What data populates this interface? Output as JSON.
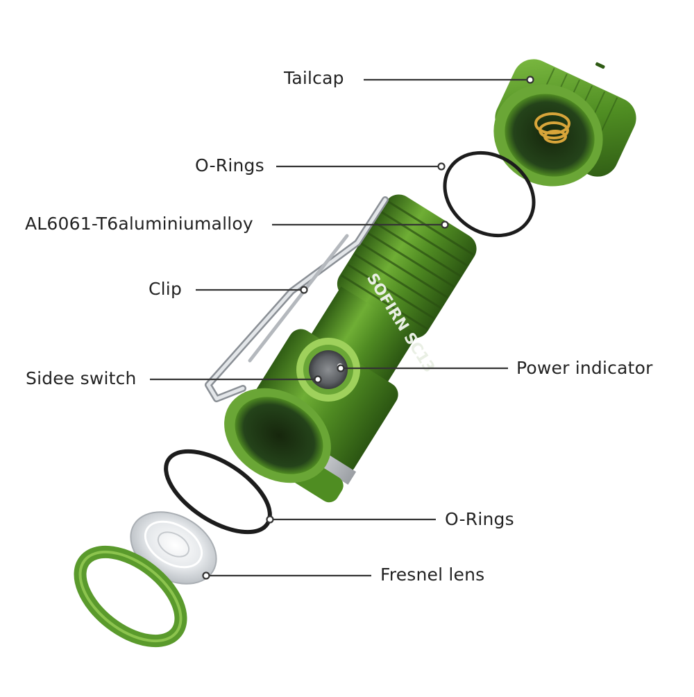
{
  "diagram": {
    "brand_marking": "SOFIRN SC13",
    "labels": {
      "tailcap": "Tailcap",
      "o_rings_top": "O-Rings",
      "alloy": "AL6061-T6aluminiumalloy",
      "clip": "Clip",
      "side_switch": "Sidee switch",
      "power_indicator": "Power indicator",
      "o_rings_bottom": "O-Rings",
      "fresnel_lens": "Fresnel lens"
    },
    "colors": {
      "body_green": "#5a9a2c",
      "body_dark": "#2f5c14",
      "body_light": "#8cc44e",
      "steel": "#c9ccd0",
      "o_ring": "#1c1c1c",
      "leader_line": "#333333",
      "brass": "#d8a53a"
    }
  }
}
